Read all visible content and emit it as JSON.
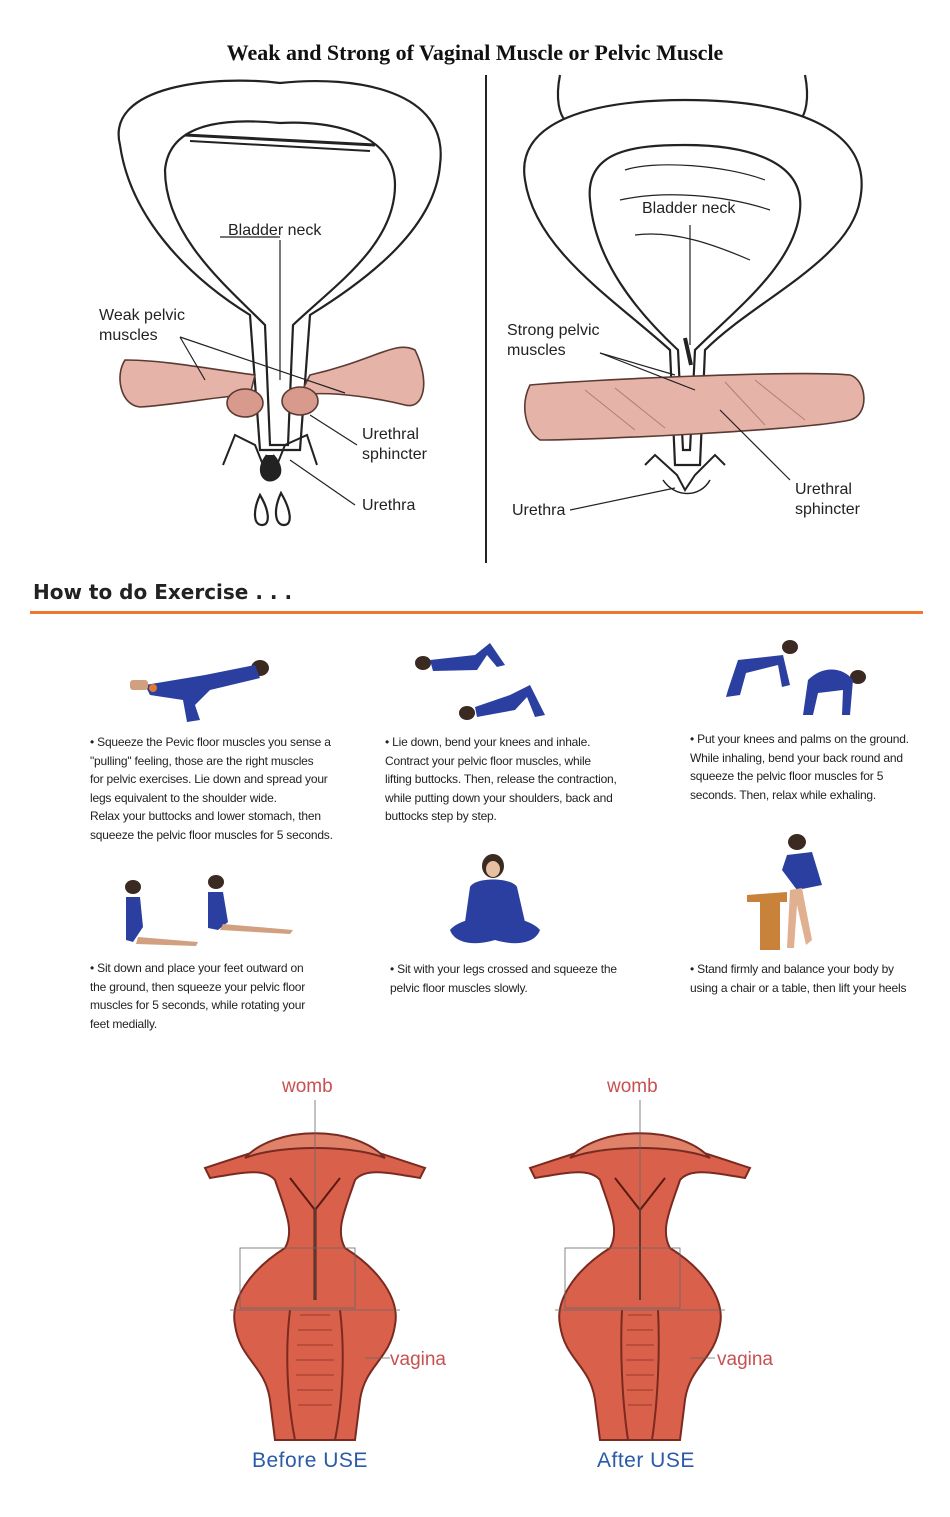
{
  "title": "Weak and Strong of Vaginal Muscle or Pelvic Muscle",
  "left_diagram": {
    "bladder_neck": "Bladder neck",
    "weak_muscles": "Weak pelvic\nmuscles",
    "urethral_sphincter": "Urethral\nsphincter",
    "urethra": "Urethra"
  },
  "right_diagram": {
    "bladder_neck": "Bladder neck",
    "strong_muscles": "Strong pelvic\nmuscles",
    "urethral_sphincter": "Urethral\nsphincter",
    "urethra": "Urethra"
  },
  "section_heading": "How to do Exercise . . .",
  "steps": [
    "• Squeeze the Pevic floor muscles you  sense a\n\"pulling\" feeling, those  are the right muscles\nfor pelvic exercises. Lie down and spread your\nlegs equivalent to the shoulder wide.\nRelax your buttocks and lower stomach,  then\nsqueeze the pelvic floor muscles for 5 seconds.",
    "• Lie down, bend your knees and inhale.\nContract your pelvic floor muscles, while\nlifting buttocks. Then, release the contraction,\nwhile putting down your shoulders, back and\nbuttocks step by step.",
    "• Put your knees and palms on the ground.\nWhile inhaling, bend your back round and\nsqueeze the pelvic floor muscles for 5\nseconds. Then, relax while exhaling.",
    "• Sit down and place your feet outward on\nthe ground, then squeeze your pelvic floor\nmuscles for 5 seconds, while rotating your\nfeet medially.",
    "• Sit with your legs crossed and squeeze the\npelvic floor muscles slowly.",
    "• Stand firmly and balance your body by\nusing a chair or a table, then lift your heels"
  ],
  "anatomy": {
    "womb_left": "womb",
    "womb_right": "womb",
    "vagina_left": "vagina",
    "vagina_right": "vagina",
    "caption_before": "Before USE",
    "caption_after": "After USE"
  },
  "colors": {
    "accent_orange": "#f0752e",
    "figure_blue": "#2a3fa0",
    "tissue_red": "#d9614b",
    "label_red": "#c85050",
    "caption_blue": "#2a5aa8"
  }
}
